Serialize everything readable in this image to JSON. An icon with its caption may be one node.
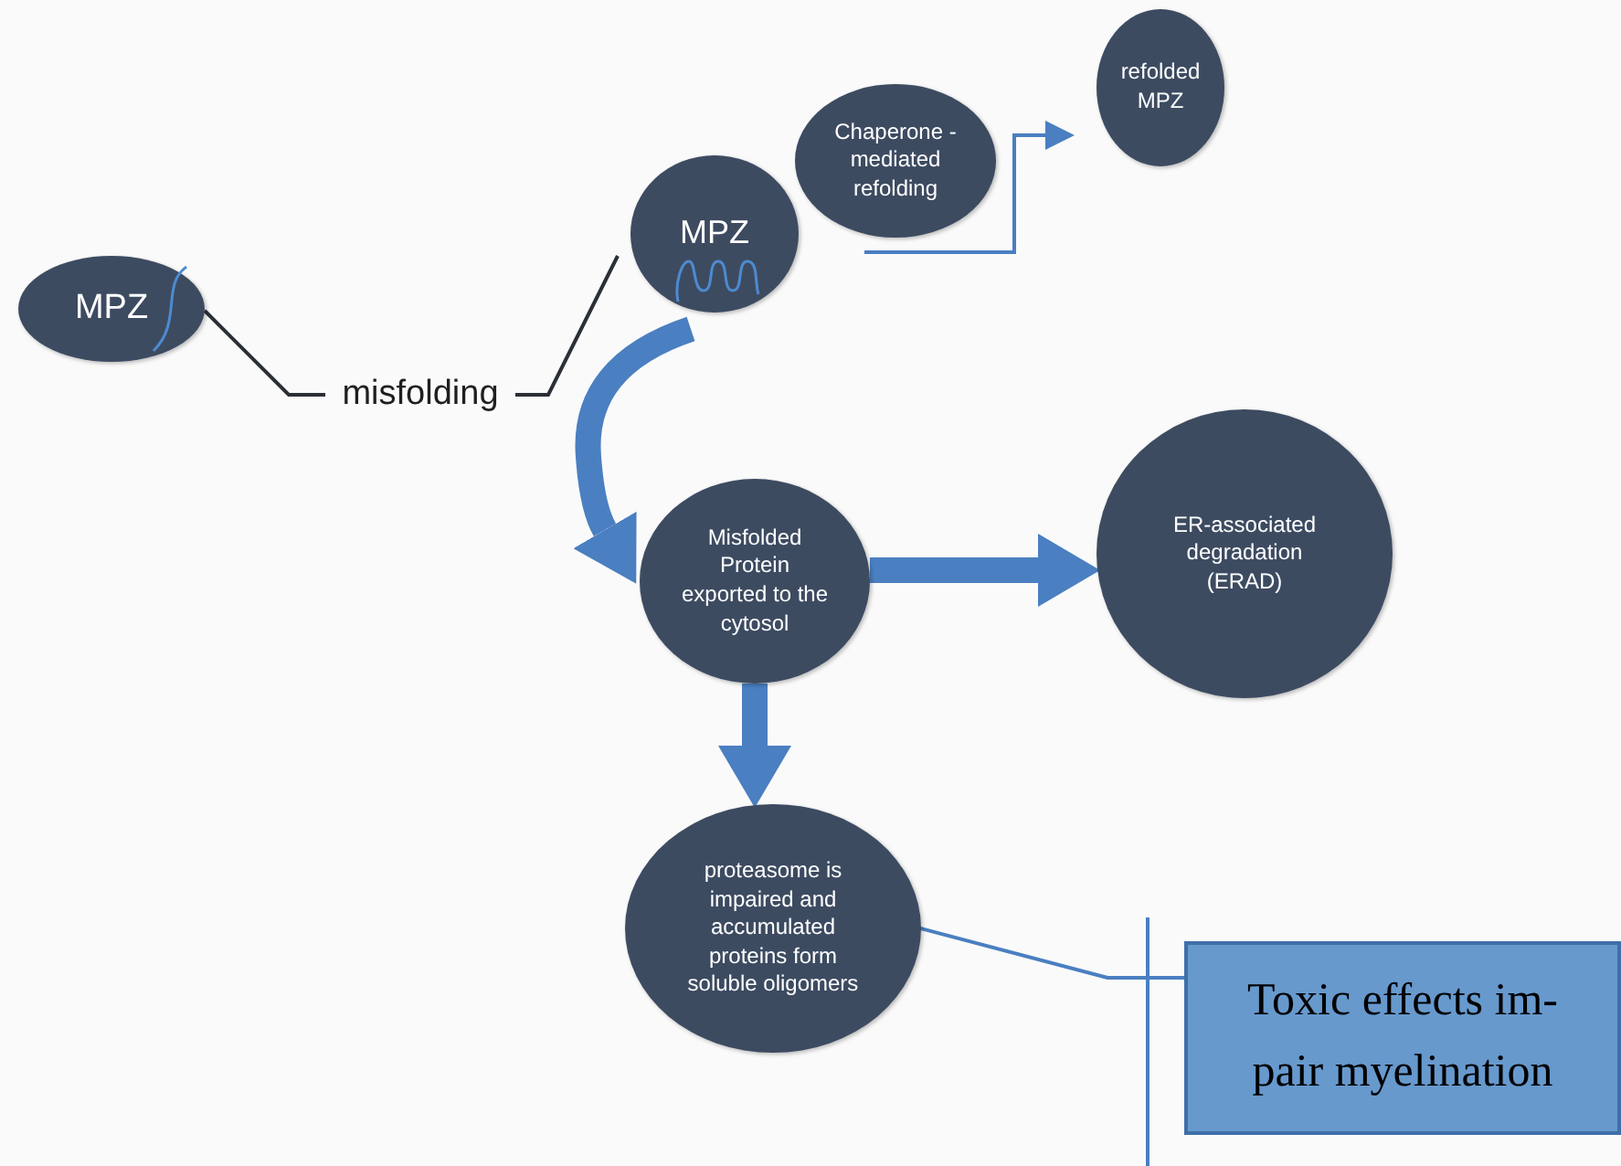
{
  "diagram": {
    "nodes": [
      {
        "text": [
          "MPZ"
        ]
      },
      {
        "text": [
          "misfolding"
        ]
      },
      {
        "text": [
          "MPZ"
        ]
      },
      {
        "text": [
          "Chaperone - mediated refolding"
        ]
      },
      {
        "text": [
          "refolded MPZ"
        ]
      },
      {
        "text": [
          "Misfolded Protein exported to the cytosol"
        ]
      },
      {
        "text": [
          "ER-associated degradation (ERAD)"
        ]
      },
      {
        "text": [
          "proteasome is impaired and accumulated proteins form soluble oligomers"
        ]
      },
      {
        "text": [
          "Toxic effects im- pair myelination"
        ]
      }
    ],
    "edges": [
      {
        "from": 0,
        "to": 1,
        "arrow": "none",
        "color": "#2b2f36"
      },
      {
        "from": 1,
        "to": 2,
        "arrow": "none",
        "color": "#2b2f36"
      },
      {
        "from": 2,
        "to": 5,
        "arrow": "to",
        "style": "thick"
      },
      {
        "from": 3,
        "to": 4,
        "arrow": "to"
      },
      {
        "from": 5,
        "to": 6,
        "arrow": "to",
        "style": "thick"
      },
      {
        "from": 5,
        "to": 7,
        "arrow": "to",
        "style": "thick"
      },
      {
        "from": 7,
        "to": 8,
        "arrow": "none"
      }
    ]
  }
}
